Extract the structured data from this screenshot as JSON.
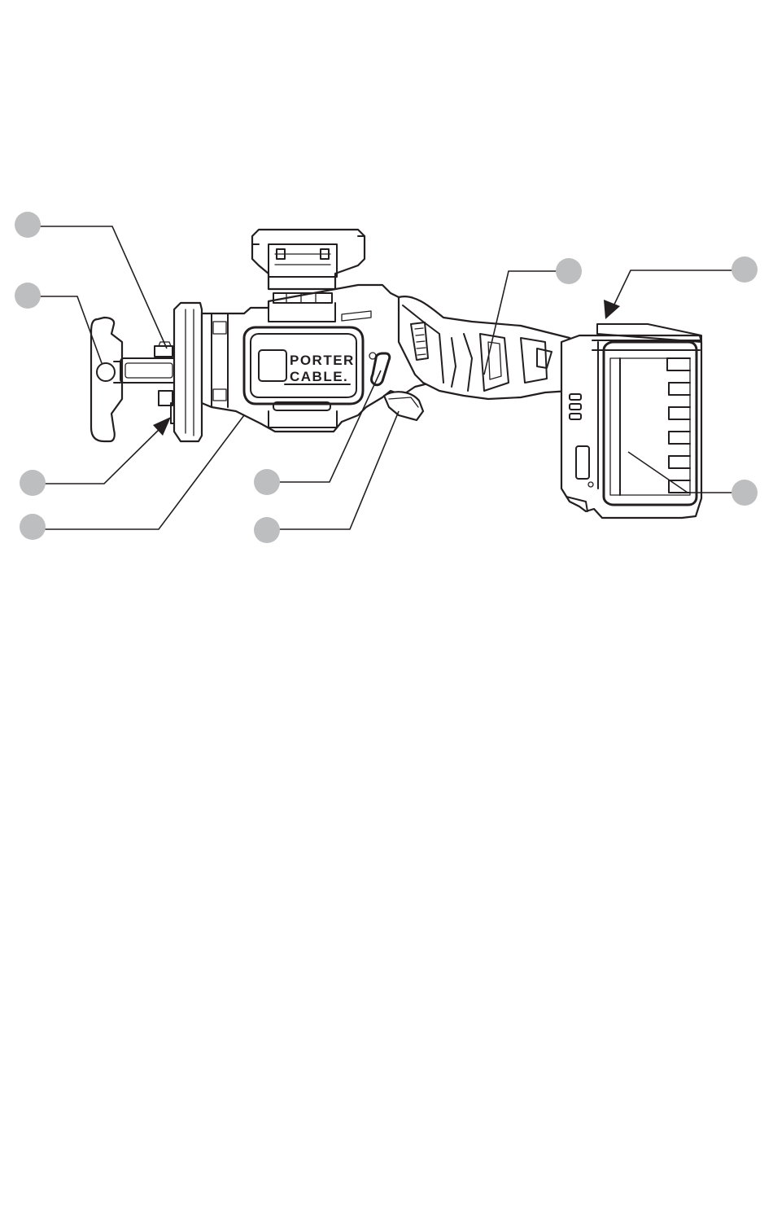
{
  "diagram": {
    "brand_logo": {
      "line1": "PORTER",
      "line2": "CABLE."
    },
    "callouts": [
      {
        "id": "shoe",
        "target": "blade-clamp"
      },
      {
        "id": "blade",
        "target": "shoe"
      },
      {
        "id": "clamp-arrow",
        "target": "blade-holder"
      },
      {
        "id": "housing",
        "target": "gear-housing"
      },
      {
        "id": "switch",
        "target": "lock-off-switch"
      },
      {
        "id": "trigger",
        "target": "trigger"
      },
      {
        "id": "handle",
        "target": "handle"
      },
      {
        "id": "release",
        "target": "battery-release"
      },
      {
        "id": "battery",
        "target": "battery-pack"
      }
    ],
    "colors": {
      "ink": "#231f20",
      "callout": "#bcbec0",
      "background": "#ffffff"
    }
  }
}
